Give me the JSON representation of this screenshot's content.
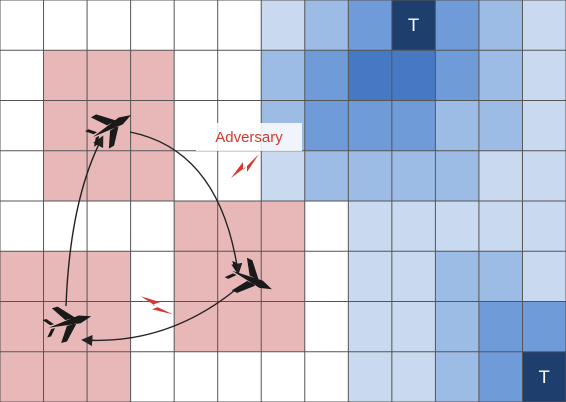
{
  "grid": {
    "rows": 8,
    "cols": 13,
    "border_color": "#555555",
    "adversary_cells": [
      [
        1,
        1
      ],
      [
        1,
        2
      ],
      [
        1,
        3
      ],
      [
        2,
        1
      ],
      [
        2,
        2
      ],
      [
        2,
        3
      ],
      [
        3,
        1
      ],
      [
        3,
        2
      ],
      [
        3,
        3
      ],
      [
        4,
        4
      ],
      [
        4,
        5
      ],
      [
        4,
        6
      ],
      [
        5,
        0
      ],
      [
        5,
        1
      ],
      [
        5,
        2
      ],
      [
        5,
        4
      ],
      [
        5,
        5
      ],
      [
        5,
        6
      ],
      [
        6,
        0
      ],
      [
        6,
        1
      ],
      [
        6,
        2
      ],
      [
        6,
        4
      ],
      [
        6,
        5
      ],
      [
        6,
        6
      ],
      [
        7,
        0
      ],
      [
        7,
        1
      ],
      [
        7,
        2
      ]
    ],
    "adversary_color": "#e8b8b8",
    "blue_intensity": [
      [
        0,
        0,
        0,
        0,
        0,
        0,
        1,
        2,
        3,
        4,
        3,
        2,
        1
      ],
      [
        0,
        0,
        0,
        0,
        0,
        0,
        2,
        3,
        4,
        4,
        3,
        2,
        1
      ],
      [
        0,
        0,
        0,
        0,
        0,
        0,
        2,
        3,
        3,
        3,
        2,
        2,
        1
      ],
      [
        0,
        0,
        0,
        0,
        0,
        0,
        1,
        2,
        2,
        2,
        2,
        1,
        1
      ],
      [
        0,
        0,
        0,
        0,
        0,
        0,
        0,
        0,
        1,
        1,
        1,
        1,
        1
      ],
      [
        0,
        0,
        0,
        0,
        0,
        0,
        0,
        0,
        1,
        1,
        2,
        2,
        1
      ],
      [
        0,
        0,
        0,
        0,
        0,
        0,
        0,
        0,
        1,
        1,
        2,
        3,
        3
      ],
      [
        0,
        0,
        0,
        0,
        0,
        0,
        0,
        0,
        1,
        1,
        2,
        3,
        4
      ]
    ],
    "blue_palette": [
      "#ffffff",
      "#c9d9ef",
      "#9dbce5",
      "#6f9bd8",
      "#4679c4"
    ],
    "target_color": "#1e3f6d"
  },
  "targets": [
    {
      "label": "T",
      "row": 0,
      "col": 9
    },
    {
      "label": "T",
      "row": 7,
      "col": 12
    }
  ],
  "adversary": {
    "label": "Adversary",
    "color": "#d2392f"
  },
  "icons": [
    "jet-icon",
    "lightning-icon"
  ]
}
